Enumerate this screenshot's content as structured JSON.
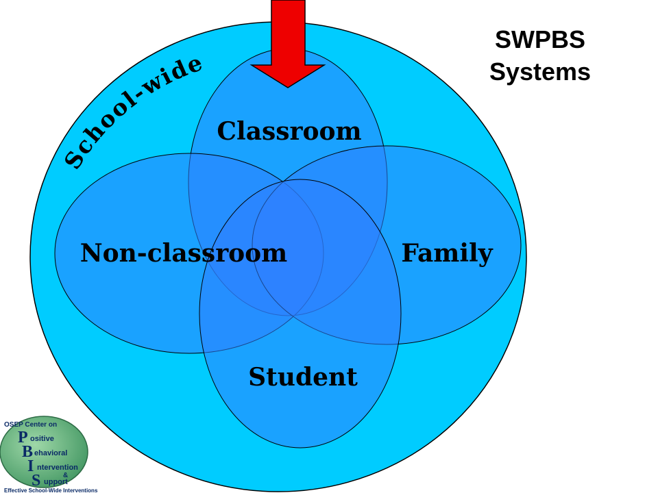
{
  "title": {
    "line1": "SWPBS",
    "line2": "Systems"
  },
  "outer_label": "School-wide",
  "circles": {
    "classroom": "Classroom",
    "non_classroom": "Non-classroom",
    "family": "Family",
    "student": "Student"
  },
  "logo": {
    "top": "OSEP Center on",
    "p_rest": "ositive",
    "b_rest": "ehavioral",
    "i_rest": "ntervention",
    "amp": "&",
    "s_rest": "upport",
    "bottom": "Effective School-Wide Interventions",
    "letters": [
      "P",
      "B",
      "I",
      "S"
    ]
  },
  "colors": {
    "outer": "#00ccff",
    "ellipse": "#2f7fff",
    "arrow": "#ee0000",
    "logo_fill": "#4aa36a"
  }
}
